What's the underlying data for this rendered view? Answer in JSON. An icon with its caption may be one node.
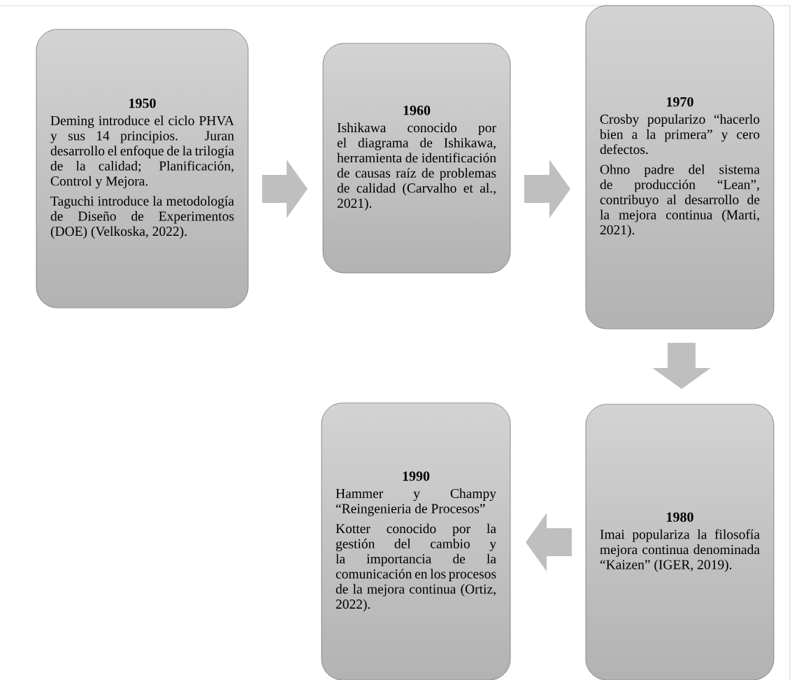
{
  "diagram": {
    "nodes": [
      {
        "text": [
          "1950",
          "Deming introduce el ciclo PHVA y sus 14 principios. Juran desarrollo el enfoque de la trilogía de la calidad; Planificación, Control y Mejora.",
          "Taguchi introduce la metodología de Diseño de Experimentos (DOE) (Velkoska, 2022)."
        ]
      },
      {
        "text": [
          "1960",
          "Ishikawa conocido por el diagrama de Ishikawa, herramienta de identificación de causas raíz de problemas de calidad (Carvalho et al., 2021)."
        ]
      },
      {
        "text": [
          "1970",
          "Crosby popularizo “hacerlo bien a la primera” y cero defectos.",
          "Ohno padre del sistema de producción “Lean”, contribuyo al desarrollo de la mejora continua (Marti, 2021)."
        ]
      },
      {
        "text": [
          "1980",
          "Imai populariza la filosofía mejora continua denominada “Kaizen” (IGER, 2019)."
        ]
      },
      {
        "text": [
          "1990",
          "Hammer y Champy “Reingenieria de Procesos”",
          "Kotter conocido por la gestión del cambio y la importancia de la comunicación en los procesos de la mejora continua (Ortiz, 2022)."
        ]
      }
    ],
    "edges": [
      {
        "from": 0,
        "to": 1,
        "arrow": "to"
      },
      {
        "from": 1,
        "to": 2,
        "arrow": "to"
      },
      {
        "from": 2,
        "to": 3,
        "arrow": "to"
      },
      {
        "from": 3,
        "to": 4,
        "arrow": "to"
      }
    ]
  }
}
